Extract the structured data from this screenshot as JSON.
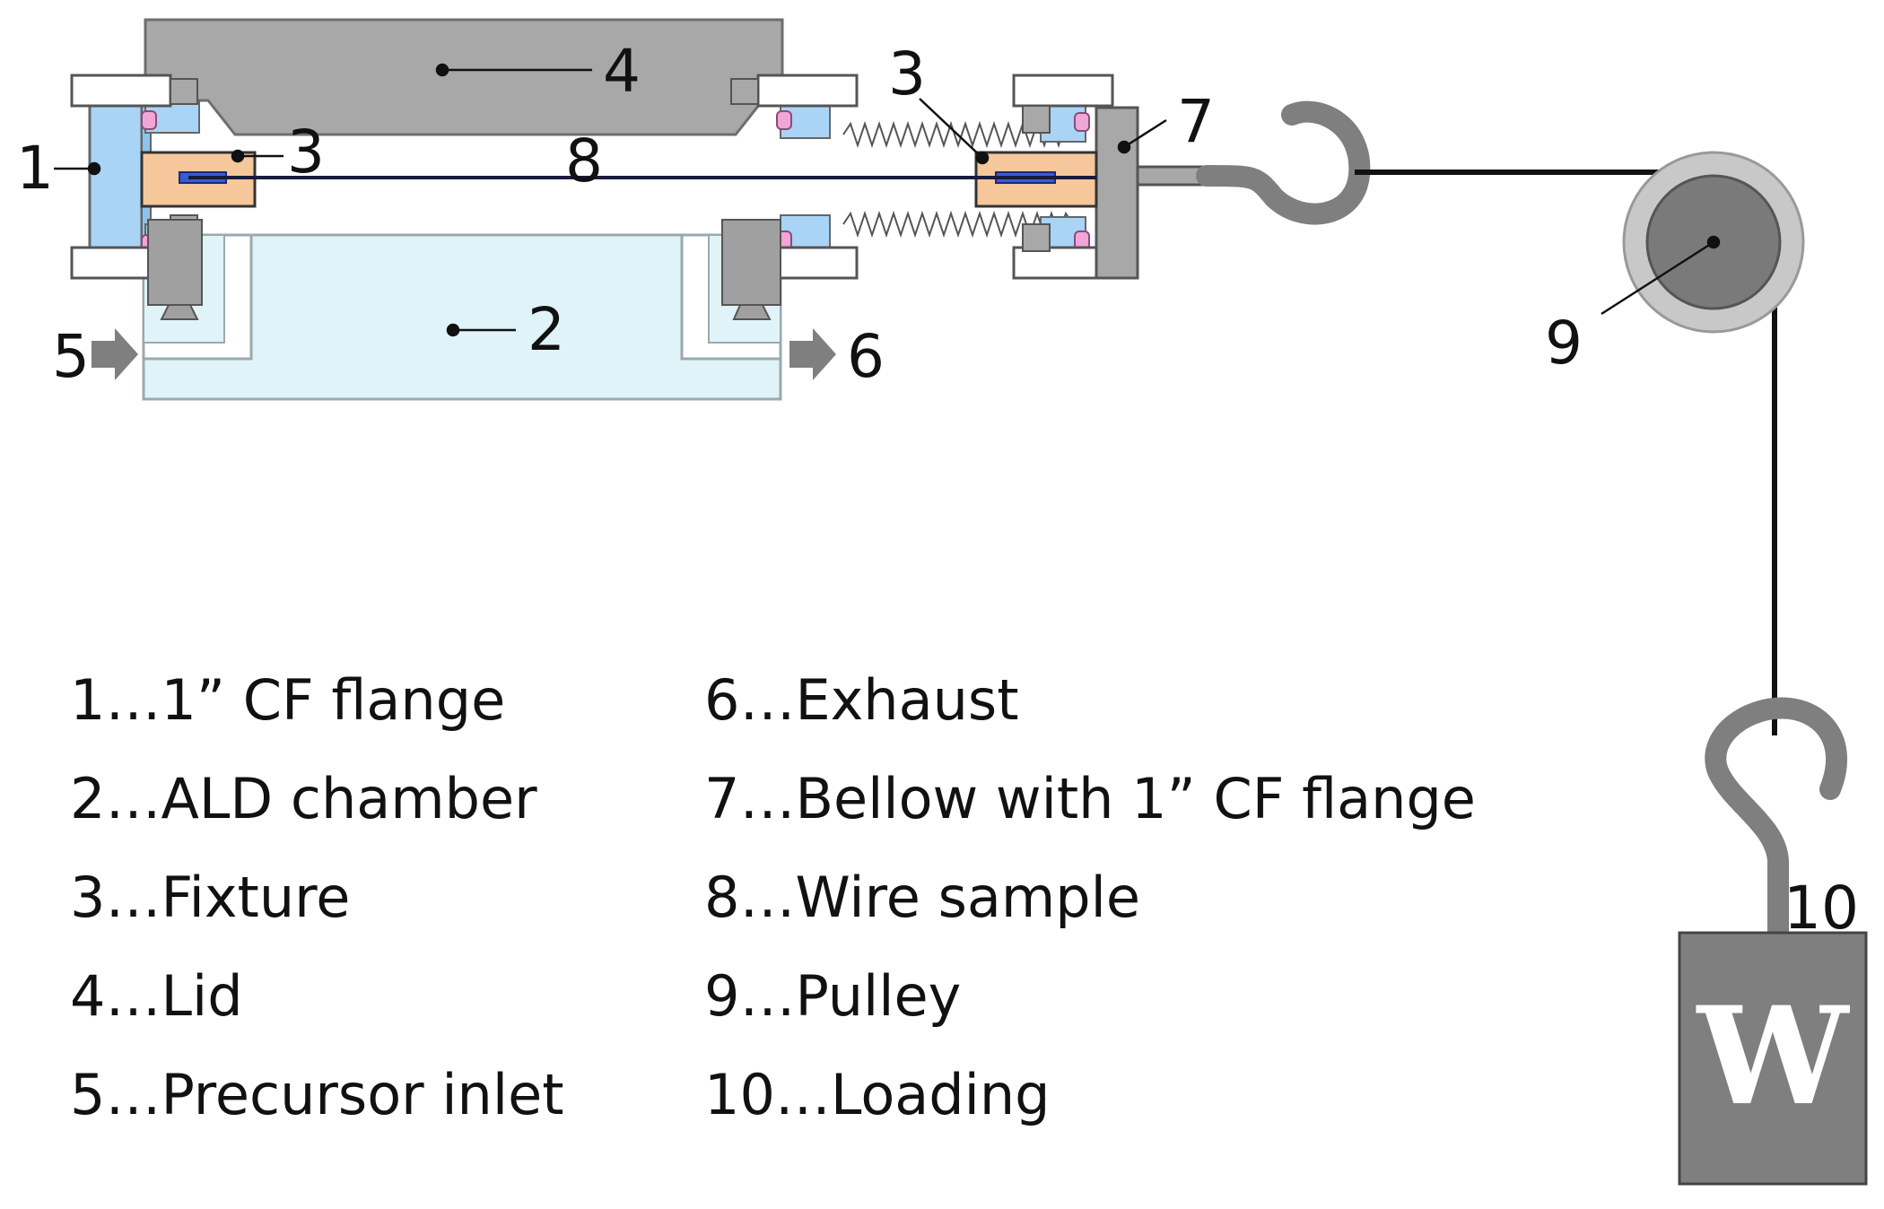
{
  "callouts": {
    "c1": "1",
    "c2": "2",
    "c3a": "3",
    "c3b": "3",
    "c4": "4",
    "c5": "5",
    "c6": "6",
    "c7": "7",
    "c8": "8",
    "c9": "9",
    "c10": "10"
  },
  "weight_label": "W",
  "legend": {
    "left": [
      "1…1” CF flange",
      "2…ALD chamber",
      "3…Fixture",
      "4…Lid",
      "5…Precursor inlet"
    ],
    "right": [
      "6…Exhaust",
      "7…Bellow with 1” CF flange",
      "8…Wire sample",
      "9…Pulley",
      "10…Loading"
    ]
  },
  "colors": {
    "steel": "#a8a8a8",
    "steel_dark": "#8c8c8c",
    "flange_blue": "#a9d4f5",
    "chamber_blue": "#dff3f8",
    "fixture_orange": "#f6c79a",
    "clamp_blue": "#3b5bd6",
    "seal_pink": "#f0a6d6",
    "weight": "#7f7f7f",
    "wire": "#111111"
  }
}
